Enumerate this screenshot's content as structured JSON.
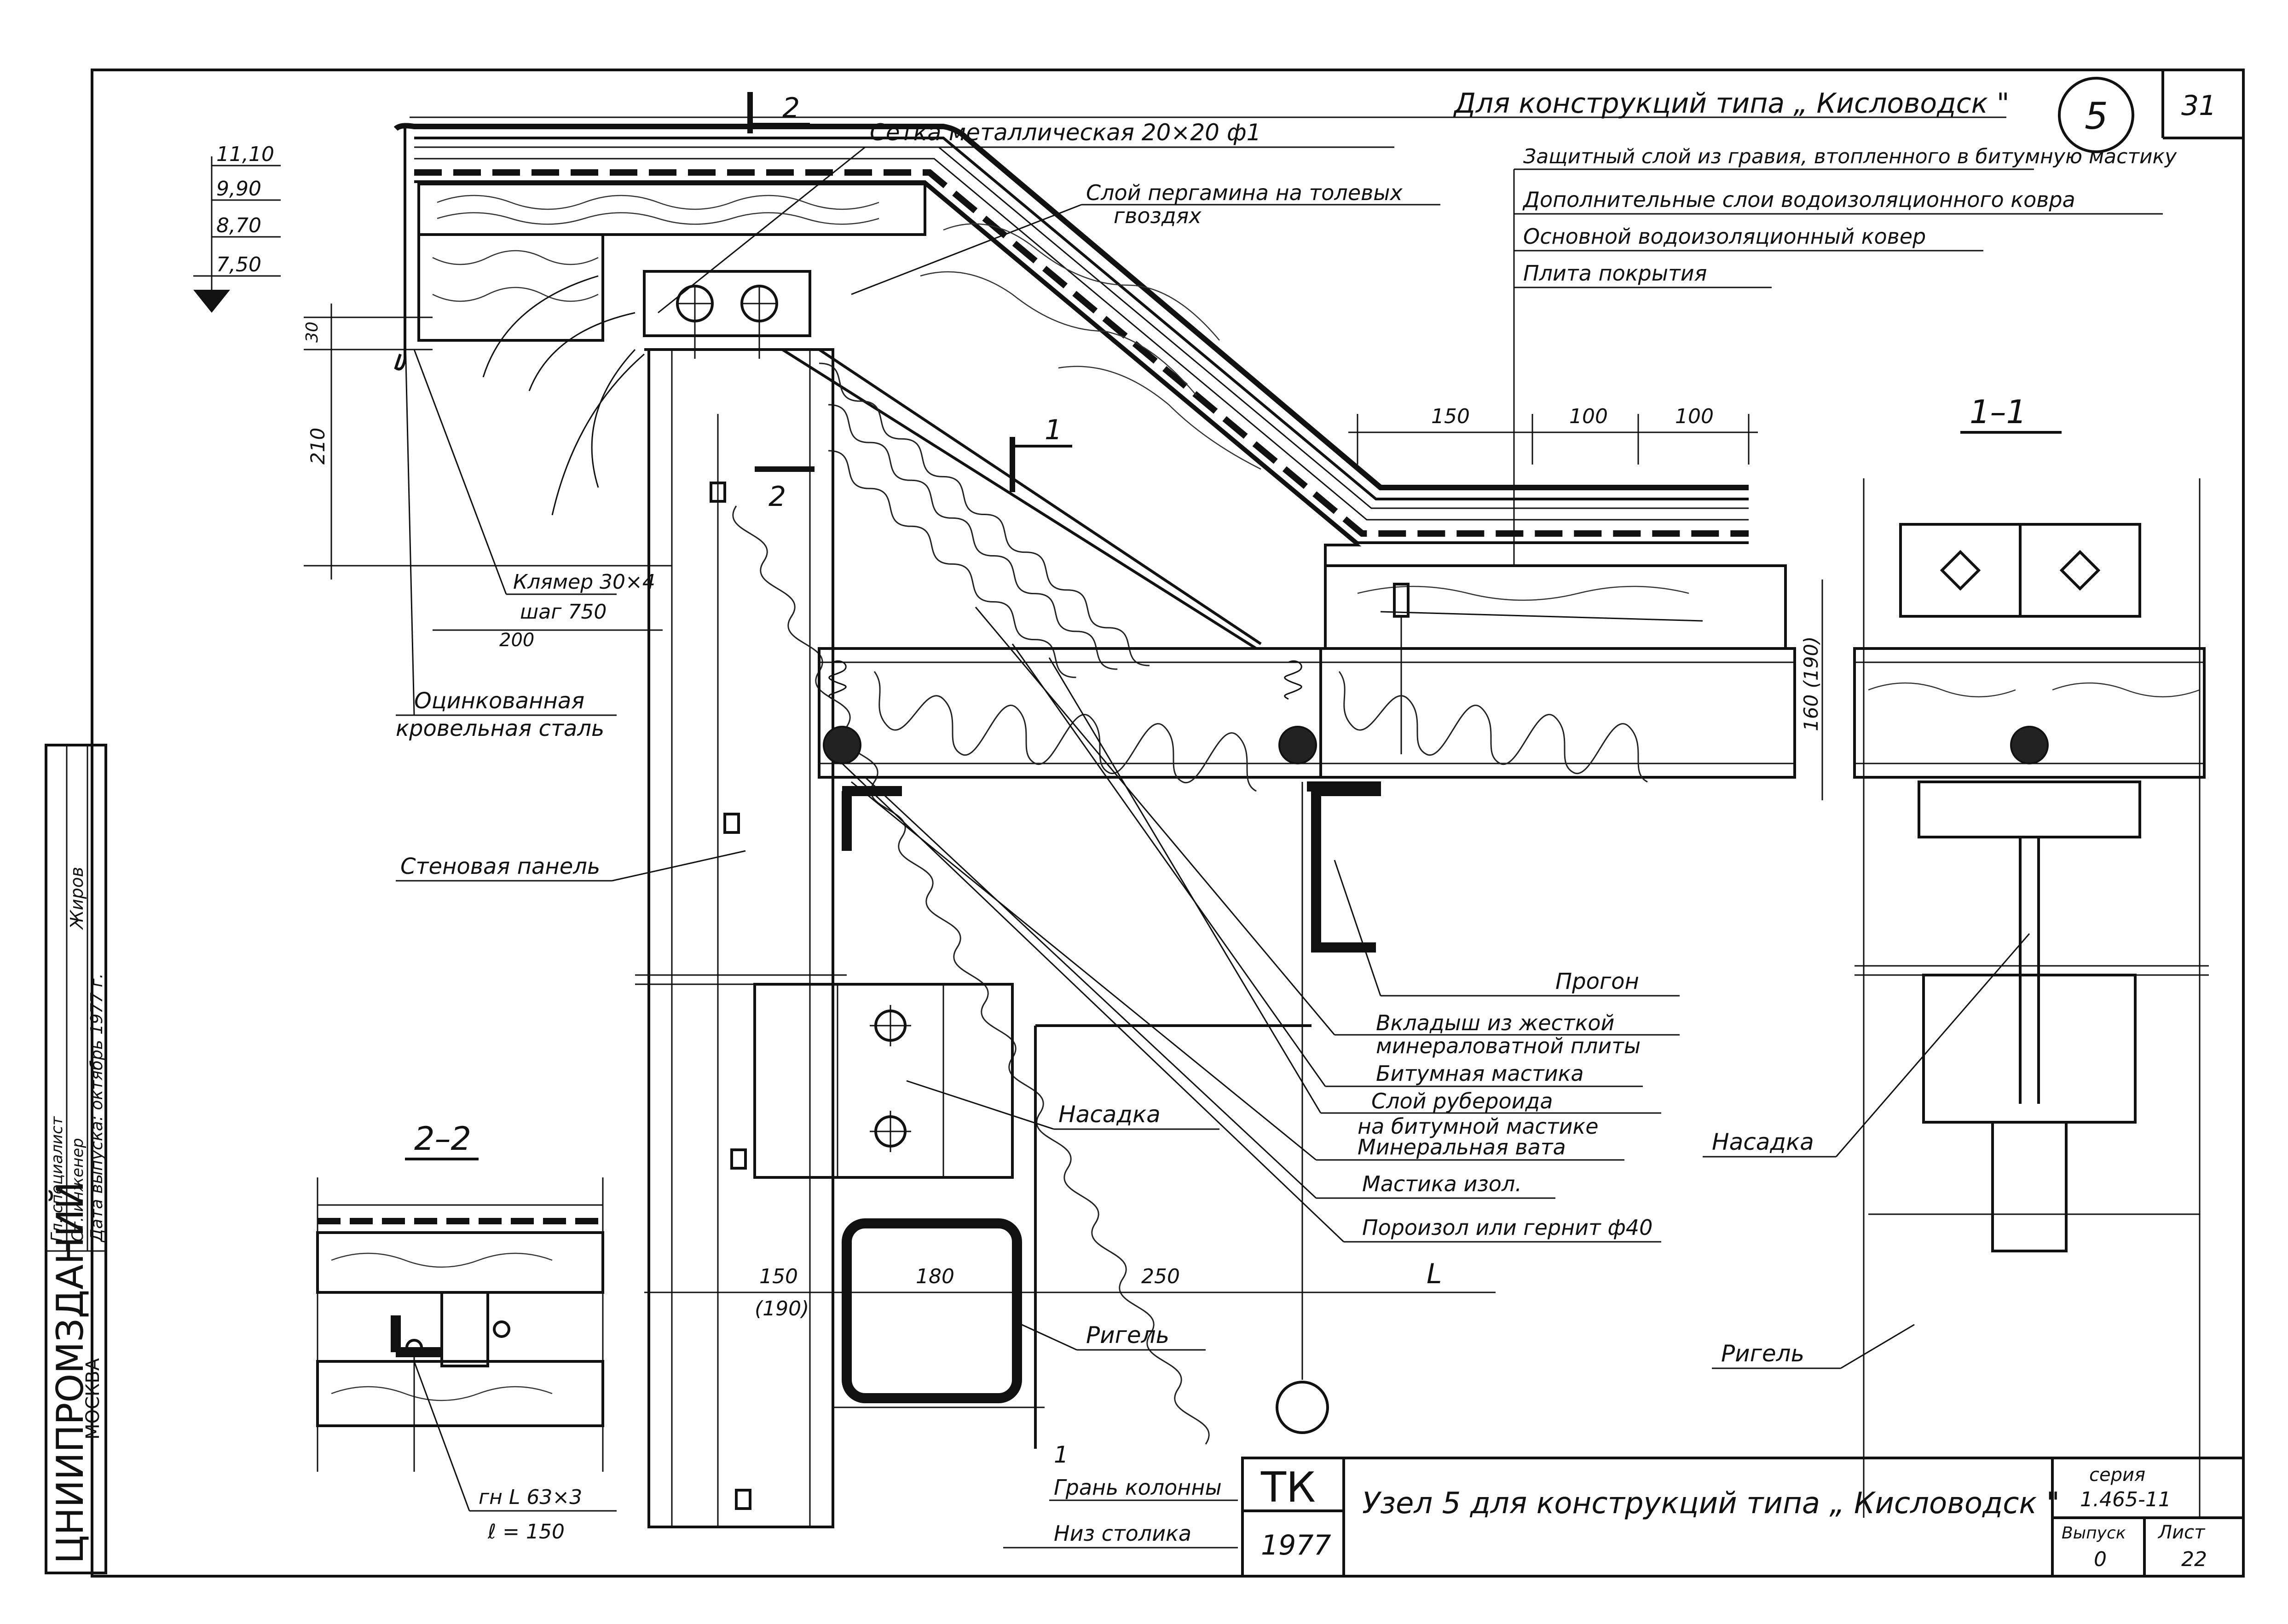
{
  "title_block": {
    "stamp_top": "ТК",
    "stamp_year": "1977",
    "title": "Узел 5 для конструкций типа „ Кисловодск \"",
    "seria_label": "серия",
    "seria_value": "1.465-11",
    "vypusk_label": "Выпуск",
    "vypusk_value": "0",
    "list_label": "Лист",
    "list_value": "22",
    "sheet_number": "31",
    "node_number": "5",
    "header_caption": "Для конструкций типа „ Кисловодск \""
  },
  "side_stamp": {
    "org": "ЦНИИПРОМЗДАНИЙ",
    "city": "МОСКВА",
    "role1": "Гл. специалист",
    "role2": "Ст. инженер",
    "name2": "Жиров",
    "date_label": "Дата выпуска: октябрь 1977 г."
  },
  "elevations": [
    "11,10",
    "9,90",
    "8,70",
    "7,50"
  ],
  "dimensions": {
    "d30": "30",
    "d210": "210",
    "d200": "200",
    "d150a": "150",
    "d100a": "100",
    "d100b": "100",
    "d160_190": "160 (190)",
    "d150_190_a": "150",
    "d150_190_b": "(190)",
    "d180": "180",
    "d250": "250",
    "dL": "L"
  },
  "section_marks": {
    "s2_top": "2",
    "s2_mid": "2",
    "s1": "1",
    "s1_bottom": "1",
    "section11": "1–1",
    "section22": "2–2"
  },
  "labels": {
    "mesh": "Сетка металлическая 20×20 ф1",
    "pergamin": "Слой пергамина на толевых гвоздях",
    "gravel": "Защитный слой из гравия, втопленного в битумную мастику",
    "extra_layers": "Дополнительные слои водоизоляционного ковра",
    "main_carpet": "Основной водоизоляционный ковер",
    "slab": "Плита покрытия",
    "klyamer": "Клямер 30×4",
    "step": "шаг 750",
    "galv": "Оцинкованная кровельная сталь",
    "wall_panel": "Стеновая панель",
    "progon": "Прогон",
    "insert": "Вкладыш из жесткой минераловатной плиты",
    "bit_mastic": "Битумная мастика",
    "ruberoid": "Слой рубероида на битумной мастике",
    "min_wool": "Минеральная вата",
    "mastic_iso": "Мастика изол.",
    "porizol": "Пороизол или гернит ф40",
    "nasadka": "Насадка",
    "nasadka2": "Насадка",
    "rigel": "Ригель",
    "rigel2": "Ригель",
    "column_face": "Грань колонны",
    "table_bottom": "Низ столика",
    "angle": "гн L 63×3",
    "angle_len": "ℓ = 150"
  }
}
